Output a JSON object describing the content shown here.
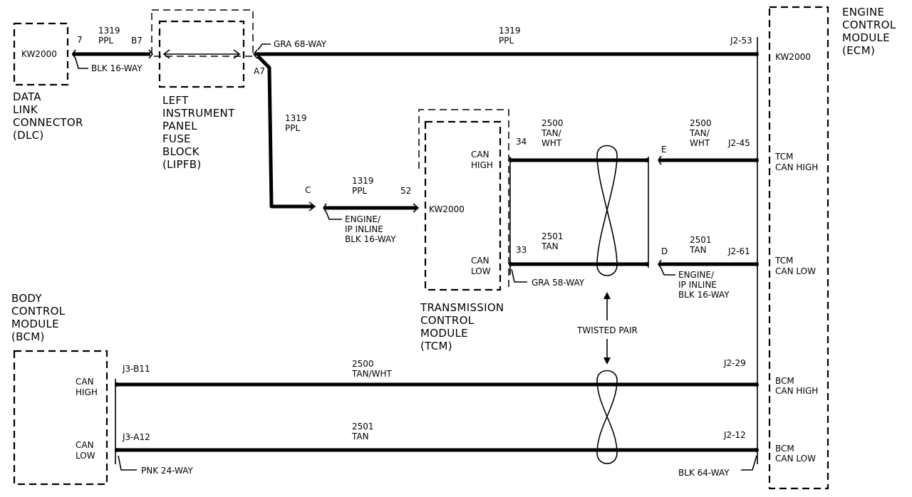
{
  "components": {
    "dlc": {
      "inner": "KW2000",
      "title": [
        "DATA",
        "LINK",
        "CONNECTOR",
        "(DLC)"
      ]
    },
    "lipfb": {
      "title": [
        "LEFT",
        "INSTRUMENT",
        "PANEL",
        "FUSE",
        "BLOCK",
        "(LIPFB)"
      ]
    },
    "tcm": {
      "inner": "KW2000",
      "can_high": [
        "CAN",
        "HIGH"
      ],
      "can_low": [
        "CAN",
        "LOW"
      ],
      "title": [
        "TRANSMISSION",
        "CONTROL",
        "MODULE",
        "(TCM)"
      ]
    },
    "ecm": {
      "title": [
        "ENGINE",
        "CONTROL",
        "MODULE",
        "(ECM)"
      ],
      "kw": "KW2000",
      "tcm_high": [
        "TCM",
        "CAN HIGH"
      ],
      "tcm_low": [
        "TCM",
        "CAN LOW"
      ],
      "bcm_high": [
        "BCM",
        "CAN HIGH"
      ],
      "bcm_low": [
        "BCM",
        "CAN LOW"
      ]
    },
    "bcm": {
      "title": [
        "BODY",
        "CONTROL",
        "MODULE",
        "(BCM)"
      ],
      "can_high": [
        "CAN",
        "HIGH"
      ],
      "can_low": [
        "CAN",
        "LOW"
      ]
    }
  },
  "connectors": {
    "dlc_blk": "BLK 16-WAY",
    "gra68": "GRA 68-WAY",
    "engine_ip_left": [
      "ENGINE/",
      "IP INLINE",
      "BLK 16-WAY"
    ],
    "gra58": "GRA 58-WAY",
    "engine_ip_right": [
      "ENGINE/",
      "IP INLINE",
      "BLK 16-WAY"
    ],
    "pnk24": "PNK 24-WAY",
    "blk64": "BLK 64-WAY"
  },
  "pins": {
    "dlc_7": "7",
    "lipfb_b7": "B7",
    "lipfb_a7": "A7",
    "ecm_j2_53": "J2-53",
    "inline_c": "C",
    "tcm_52": "52",
    "tcm_34": "34",
    "tcm_33": "33",
    "inline_e": "E",
    "inline_d": "D",
    "ecm_j2_45": "J2-45",
    "ecm_j2_61": "J2-61",
    "bcm_j3_b11": "J3-B11",
    "bcm_j3_a12": "J3-A12",
    "ecm_j2_29": "J2-29",
    "ecm_j2_12": "J2-12"
  },
  "wires": {
    "w1319_dlc": [
      "1319",
      "PPL"
    ],
    "w1319_top": [
      "1319",
      "PPL"
    ],
    "w1319_down": [
      "1319",
      "PPL"
    ],
    "w1319_tcm": [
      "1319",
      "PPL"
    ],
    "w2500_tcm": [
      "2500",
      "TAN/",
      "WHT"
    ],
    "w2500_ecm": [
      "2500",
      "TAN/",
      "WHT"
    ],
    "w2501_tcm": [
      "2501",
      "TAN"
    ],
    "w2501_ecm": [
      "2501",
      "TAN"
    ],
    "w2500_bcm": [
      "2500",
      "TAN/WHT"
    ],
    "w2501_bcm": [
      "2501",
      "TAN"
    ]
  },
  "twisted_pair": "TWISTED PAIR"
}
